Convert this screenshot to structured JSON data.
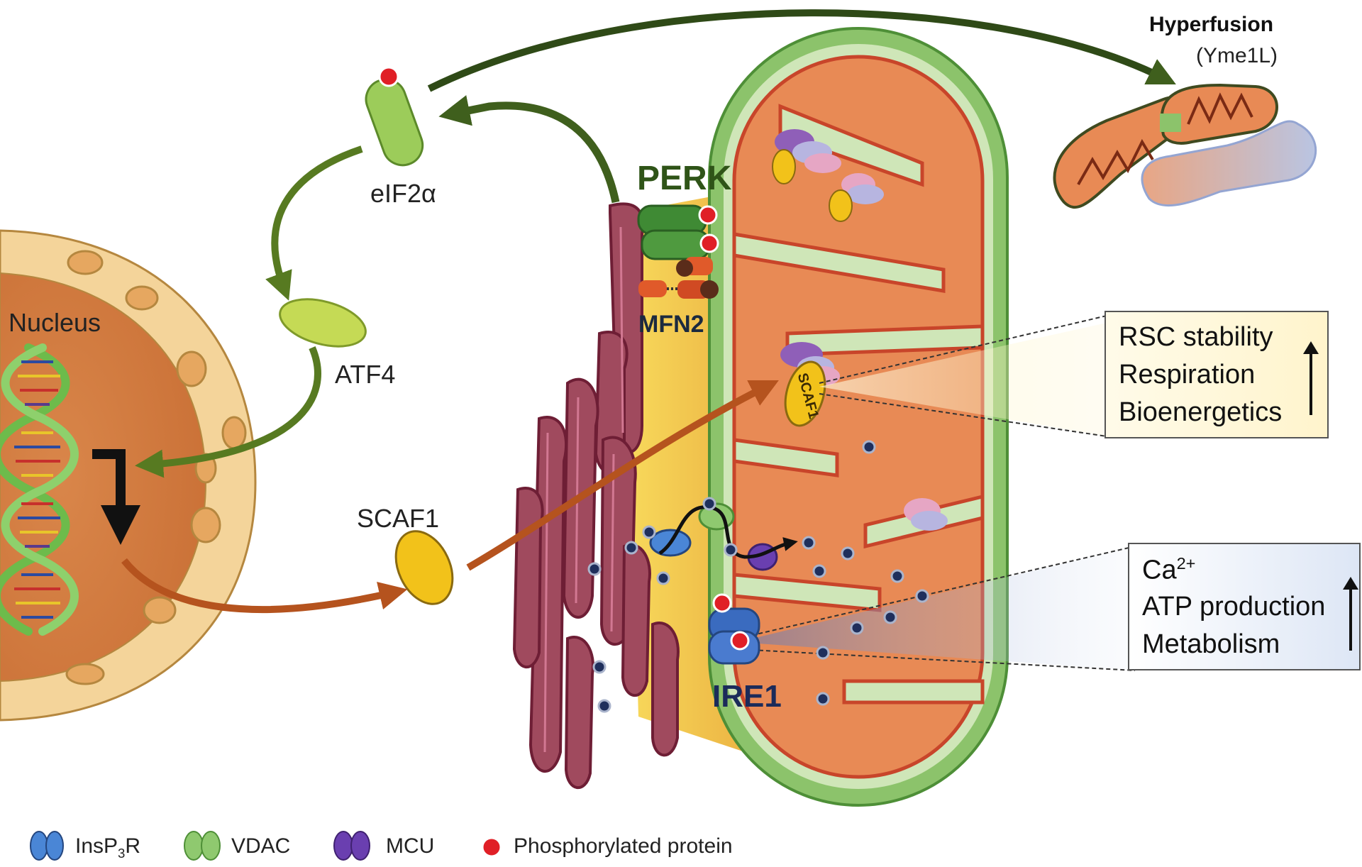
{
  "labels": {
    "nucleus": "Nucleus",
    "eif2a": "eIF2α",
    "atf4": "ATF4",
    "scaf1_cyto": "SCAF1",
    "perk": "PERK",
    "mfn2": "MFN2",
    "ire1": "IRE1",
    "scaf1_mito": "SCAF1",
    "hyperfusion": "Hyperfusion",
    "yme1l": "(Yme1L)"
  },
  "box_top": {
    "lines": [
      "RSC stability",
      "Respiration",
      "Bioenergetics"
    ]
  },
  "box_bottom": {
    "ca_base": "Ca",
    "ca_sup": "2+",
    "lines": [
      "ATP production",
      "Metabolism"
    ]
  },
  "legend": [
    {
      "icon": "insp3r-icon",
      "text_base": "InsP",
      "text_sub": "3",
      "text_tail": "R",
      "color": "#4a86d6"
    },
    {
      "icon": "vdac-icon",
      "text": "VDAC",
      "color": "#8fc96f"
    },
    {
      "icon": "mcu-icon",
      "text": "MCU",
      "color": "#6a3fb0"
    },
    {
      "icon": "phospho-icon",
      "text": "Phosphorylated protein",
      "color": "#e01f26"
    }
  ],
  "colors": {
    "arrow_green": "#3f5f1d",
    "arrow_orange": "#b5531e",
    "mito_fill": "#e88a55",
    "mito_membrane": "#6aa84f",
    "er_fill": "#a04a5e",
    "nucleus_fill": "#d98c4c",
    "nucleus_envelope": "#f4d49a",
    "mam_yellow": "#f2c432",
    "phospho": "#e01f26",
    "calcium": "#1f2f5c"
  }
}
